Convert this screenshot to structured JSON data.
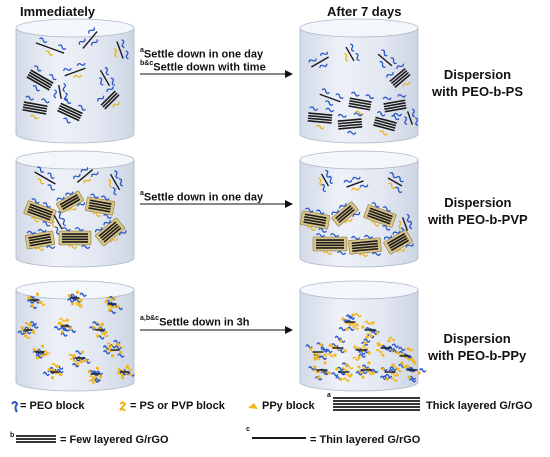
{
  "headers": {
    "immediately": "Immediately",
    "after": "After 7 days"
  },
  "rows": [
    {
      "arrow_lines": [
        {
          "sup": "a",
          "text": "Settle down in one day"
        },
        {
          "sup": "b&c",
          "text": "Settle down with time"
        }
      ],
      "dispersion": [
        "Dispersion",
        "with PEO-b-PS"
      ]
    },
    {
      "arrow_lines": [
        {
          "sup": "a",
          "text": "Settle down in one day"
        }
      ],
      "dispersion": [
        "Dispersion",
        "with PEO-b-PVP"
      ]
    },
    {
      "arrow_lines": [
        {
          "sup": "a,b&c",
          "text": "Settle down in 3h"
        }
      ],
      "dispersion": [
        "Dispersion",
        "with PEO-b-PPy"
      ]
    }
  ],
  "legend": {
    "peo": "= PEO block",
    "ps_pvp": "= PS or PVP block",
    "ppy": "PPy block",
    "thick_sup": "a",
    "thick": "Thick layered G/rGO",
    "few_sup": "b",
    "few": "= Few layered G/rGO",
    "thin_sup": "c",
    "thin": "= Thin layered G/rGO"
  },
  "colors": {
    "container_fill": "#e4e9f3",
    "container_top": "#f3f6fb",
    "container_edge": "#aeb8c8",
    "sheet": "#1a1a1a",
    "peo": "#2a56c6",
    "ps_pvp": "#e8b420",
    "ppy": "#f2b61a"
  }
}
